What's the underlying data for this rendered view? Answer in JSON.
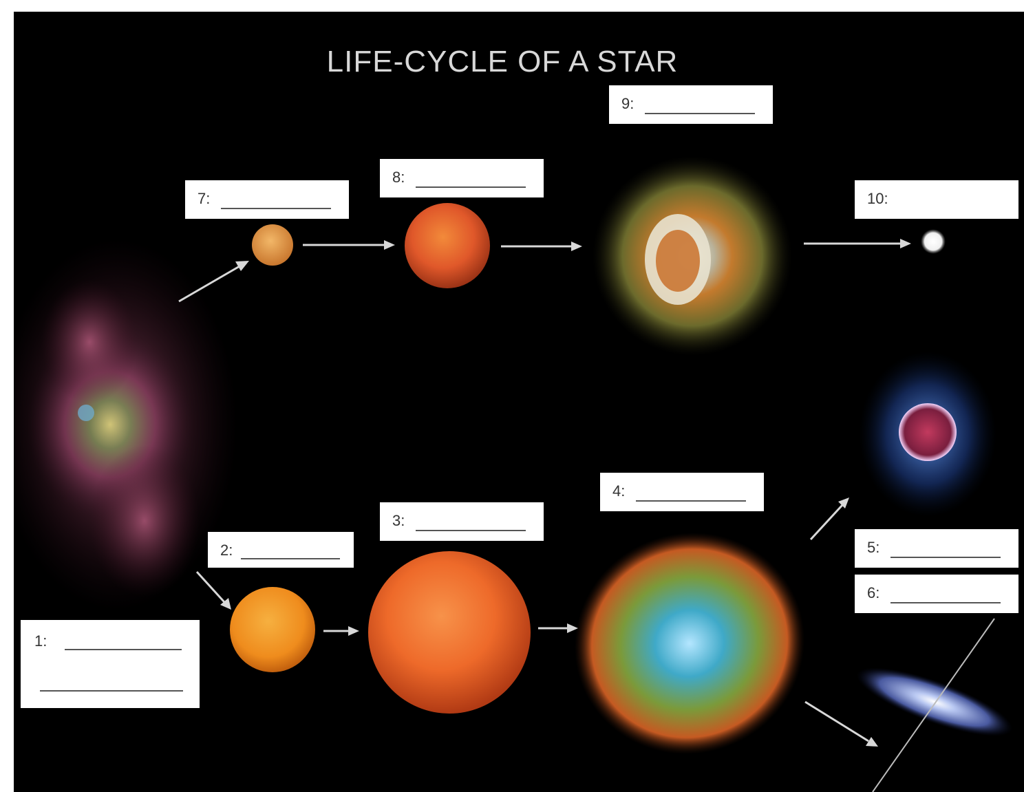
{
  "title": "LIFE-CYCLE OF A STAR",
  "labels": {
    "l1": "1:",
    "l2": "2:",
    "l3": "3:",
    "l4": "4:",
    "l5": "5:",
    "l6": "6:",
    "l7": "7:",
    "l8": "8:",
    "l9": "9:",
    "l10": "10:"
  },
  "colors": {
    "background": "#000000",
    "box": "#ffffff",
    "arrow": "#d8d8d8",
    "title": "#d8d8d8"
  },
  "icons": {
    "stellar_nebula": "nebula-icon",
    "average_star": "average-star-icon",
    "red_giant": "red-giant-icon",
    "planetary_nebula": "planetary-nebula-icon",
    "white_dwarf": "white-dwarf-icon",
    "massive_star": "massive-star-icon",
    "red_supergiant": "red-supergiant-icon",
    "supernova": "supernova-icon",
    "neutron_star": "neutron-star-icon",
    "black_hole": "black-hole-icon"
  }
}
